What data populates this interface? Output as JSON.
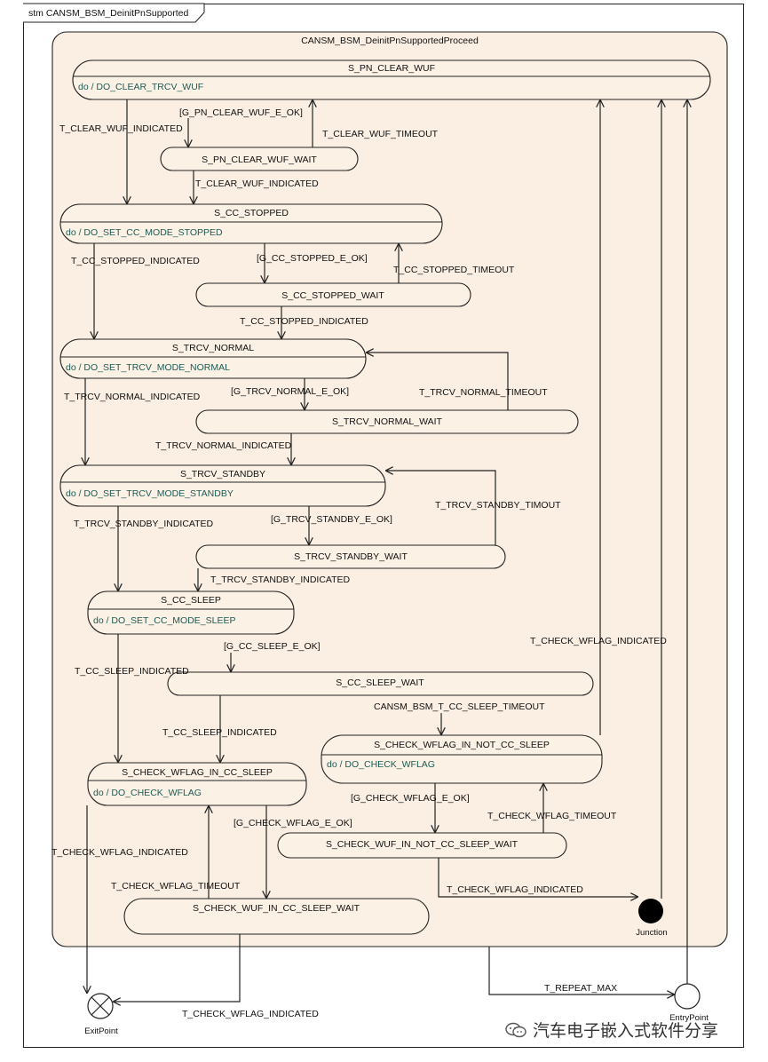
{
  "frame": {
    "title": "stm CANSM_BSM_DeinitPnSupported"
  },
  "composite": {
    "name": "CANSM_BSM_DeinitPnSupportedProceed"
  },
  "states": {
    "pn_clear_wuf": {
      "name": "S_PN_CLEAR_WUF",
      "activity": "do / DO_CLEAR_TRCV_WUF"
    },
    "pn_clear_wuf_wait": {
      "name": "S_PN_CLEAR_WUF_WAIT"
    },
    "cc_stopped": {
      "name": "S_CC_STOPPED",
      "activity": "do / DO_SET_CC_MODE_STOPPED"
    },
    "cc_stopped_wait": {
      "name": "S_CC_STOPPED_WAIT"
    },
    "trcv_normal": {
      "name": "S_TRCV_NORMAL",
      "activity": "do / DO_SET_TRCV_MODE_NORMAL"
    },
    "trcv_normal_wait": {
      "name": "S_TRCV_NORMAL_WAIT"
    },
    "trcv_standby": {
      "name": "S_TRCV_STANDBY",
      "activity": "do / DO_SET_TRCV_MODE_STANDBY"
    },
    "trcv_standby_wait": {
      "name": "S_TRCV_STANDBY_WAIT"
    },
    "cc_sleep": {
      "name": "S_CC_SLEEP",
      "activity": "do / DO_SET_CC_MODE_SLEEP"
    },
    "cc_sleep_wait": {
      "name": "S_CC_SLEEP_WAIT"
    },
    "check_wflag_not_cc_sleep": {
      "name": "S_CHECK_WFLAG_IN_NOT_CC_SLEEP",
      "activity": "do / DO_CHECK_WFLAG"
    },
    "check_wflag_cc_sleep": {
      "name": "S_CHECK_WFLAG_IN_CC_SLEEP",
      "activity": "do / DO_CHECK_WFLAG"
    },
    "check_wuf_not_cc_sleep_wait": {
      "name": "S_CHECK_WUF_IN_NOT_CC_SLEEP_WAIT"
    },
    "check_wuf_cc_sleep_wait": {
      "name": "S_CHECK_WUF_IN_CC_SLEEP_WAIT"
    }
  },
  "transitions": {
    "t_clear_wuf_indicated": "T_CLEAR_WUF_INDICATED",
    "g_pn_clear_wuf_e_ok": "[G_PN_CLEAR_WUF_E_OK]",
    "t_clear_wuf_timeout": "T_CLEAR_WUF_TIMEOUT",
    "t_clear_wuf_indicated_2": "T_CLEAR_WUF_INDICATED",
    "t_cc_stopped_indicated": "T_CC_STOPPED_INDICATED",
    "g_cc_stopped_e_ok": "[G_CC_STOPPED_E_OK]",
    "t_cc_stopped_timeout": "T_CC_STOPPED_TIMEOUT",
    "t_cc_stopped_indicated_2": "T_CC_STOPPED_INDICATED",
    "t_trcv_normal_indicated": "T_TRCV_NORMAL_INDICATED",
    "g_trcv_normal_e_ok": "[G_TRCV_NORMAL_E_OK]",
    "t_trcv_normal_timeout": "T_TRCV_NORMAL_TIMEOUT",
    "t_trcv_normal_indicated_2": "T_TRCV_NORMAL_INDICATED",
    "t_trcv_standby_indicated": "T_TRCV_STANDBY_INDICATED",
    "g_trcv_standby_e_ok": "[G_TRCV_STANDBY_E_OK]",
    "t_trcv_standby_timout": "T_TRCV_STANDBY_TIMOUT",
    "t_trcv_standby_indicated_2": "T_TRCV_STANDBY_INDICATED",
    "t_check_wflag_indicated_right": "T_CHECK_WFLAG_INDICATED",
    "g_cc_sleep_e_ok": "[G_CC_SLEEP_E_OK]",
    "t_cc_sleep_indicated": "T_CC_SLEEP_INDICATED",
    "cansm_bsm_t_cc_sleep_timeout": "CANSM_BSM_T_CC_SLEEP_TIMEOUT",
    "t_cc_sleep_indicated_2": "T_CC_SLEEP_INDICATED",
    "g_check_wflag_e_ok_right": "[G_CHECK_WFLAG_E_OK]",
    "t_check_wflag_timeout_right": "T_CHECK_WFLAG_TIMEOUT",
    "g_check_wflag_e_ok_left": "[G_CHECK_WFLAG_E_OK]",
    "t_check_wflag_indicated_left": "T_CHECK_WFLAG_INDICATED",
    "t_check_wflag_timeout_left": "T_CHECK_WFLAG_TIMEOUT",
    "t_check_wflag_indicated_junction": "T_CHECK_WFLAG_INDICATED",
    "t_repeat_max": "T_REPEAT_MAX",
    "t_check_wflag_indicated_bottom": "T_CHECK_WFLAG_INDICATED"
  },
  "pseudostates": {
    "junction": "Junction",
    "exit_point": "ExitPoint",
    "entry_point": "EntryPoint"
  },
  "watermark": {
    "text": "汽车电子嵌入式软件分享"
  },
  "colors": {
    "composite_fill": "#fbefe3",
    "state_fill": "#fcf1e5",
    "line": "#222222",
    "activity_text": "#1d5a55"
  }
}
